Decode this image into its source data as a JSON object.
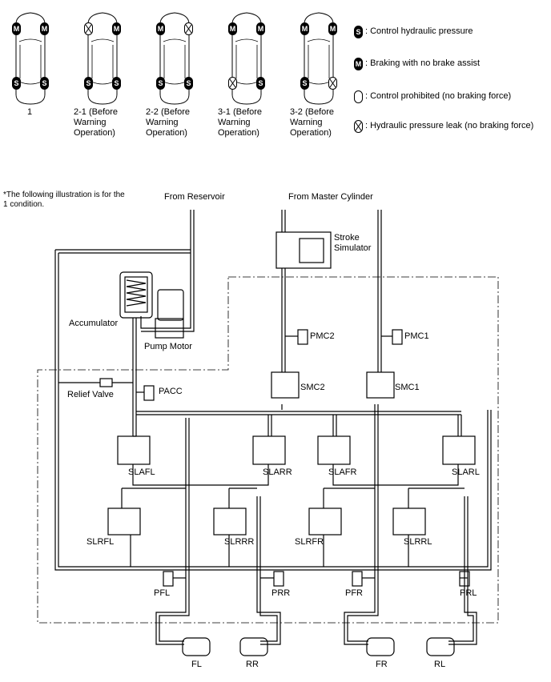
{
  "cars": [
    {
      "id": "1",
      "caption": "1",
      "wheels": [
        "M",
        "M",
        "S",
        "S"
      ]
    },
    {
      "id": "2-1",
      "caption": "2-1 (Before\nWarning\nOperation)",
      "wheels": [
        "X",
        "M",
        "S",
        "S"
      ]
    },
    {
      "id": "2-2",
      "caption": "2-2 (Before\nWarning\nOperation)",
      "wheels": [
        "M",
        "X",
        "S",
        "S"
      ]
    },
    {
      "id": "3-1",
      "caption": "3-1 (Before\nWarning\nOperation)",
      "wheels": [
        "M",
        "M",
        "X",
        "S"
      ]
    },
    {
      "id": "3-2",
      "caption": "3-2 (Before\nWarning\nOperation)",
      "wheels": [
        "M",
        "M",
        "S",
        "X"
      ]
    }
  ],
  "legend": [
    {
      "symbol": "S",
      "text": ": Control hydraulic pressure"
    },
    {
      "symbol": "M",
      "text": ": Braking with no brake assist"
    },
    {
      "symbol": "O",
      "text": ": Control prohibited (no braking force)"
    },
    {
      "symbol": "X",
      "text": ": Hydraulic pressure leak (no braking force)"
    }
  ],
  "note": "*The following illustration is for the 1 condition.",
  "labels": {
    "from_reservoir": "From Reservoir",
    "from_master": "From Master Cylinder",
    "stroke_sim": "Stroke Simulator",
    "accumulator": "Accumulator",
    "pump_motor": "Pump Motor",
    "relief_valve": "Relief Valve",
    "pacc": "PACC",
    "pmc1": "PMC1",
    "pmc2": "PMC2",
    "smc1": "SMC1",
    "smc2": "SMC2",
    "slafl": "SLAFL",
    "slarr": "SLARR",
    "slafr": "SLAFR",
    "slarl": "SLARL",
    "slrfl": "SLRFL",
    "slrrr": "SLRRR",
    "slrfr": "SLRFR",
    "slrrl": "SLRRL",
    "pfl": "PFL",
    "prr": "PRR",
    "pfr": "PFR",
    "prl": "PRL",
    "fl": "FL",
    "rr": "RR",
    "fr": "FR",
    "rl": "RL"
  }
}
